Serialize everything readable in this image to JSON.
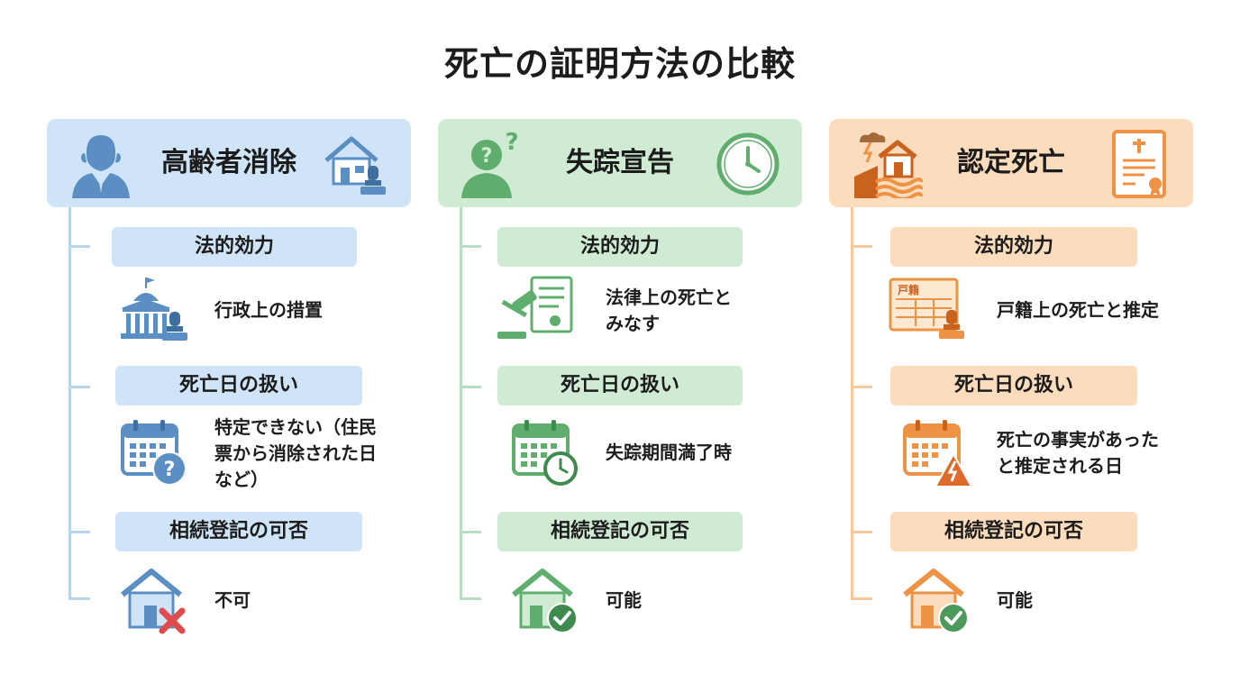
{
  "title": "死亡の証明方法の比較",
  "colors": {
    "blue": "#5b8fc4",
    "green": "#5fae6d",
    "orange": "#ee9243"
  },
  "columns": [
    {
      "key": "blue",
      "title": "高齢者消除",
      "header_icons": [
        "elderly-person-icon",
        "house-stamp-icon"
      ],
      "rows": [
        {
          "label": "法的効力",
          "icon": "government-building-icon",
          "text": "行政上の措置"
        },
        {
          "label": "死亡日の扱い",
          "icon": "calendar-question-icon",
          "text": "特定できない（住民\n票から消除された日\nなど）"
        },
        {
          "label": "相続登記の可否",
          "icon": "house-cross-icon",
          "text": "不可"
        }
      ]
    },
    {
      "key": "green",
      "title": "失踪宣告",
      "header_icons": [
        "missing-person-icon",
        "clock-icon"
      ],
      "rows": [
        {
          "label": "法的効力",
          "icon": "gavel-document-icon",
          "text": "法律上の死亡と\nみなす"
        },
        {
          "label": "死亡日の扱い",
          "icon": "calendar-clock-icon",
          "text": "失踪期間満了時"
        },
        {
          "label": "相続登記の可否",
          "icon": "house-check-icon",
          "text": "可能"
        }
      ]
    },
    {
      "key": "orange",
      "title": "認定死亡",
      "header_icons": [
        "disaster-house-icon",
        "death-certificate-icon"
      ],
      "rows": [
        {
          "label": "法的効力",
          "icon": "family-register-stamp-icon",
          "text": "戸籍上の死亡と推定",
          "icon_label": "戸籍"
        },
        {
          "label": "死亡日の扱い",
          "icon": "calendar-warning-icon",
          "text": "死亡の事実があった\nと推定される日"
        },
        {
          "label": "相続登記の可否",
          "icon": "house-check-icon",
          "text": "可能"
        }
      ]
    }
  ]
}
